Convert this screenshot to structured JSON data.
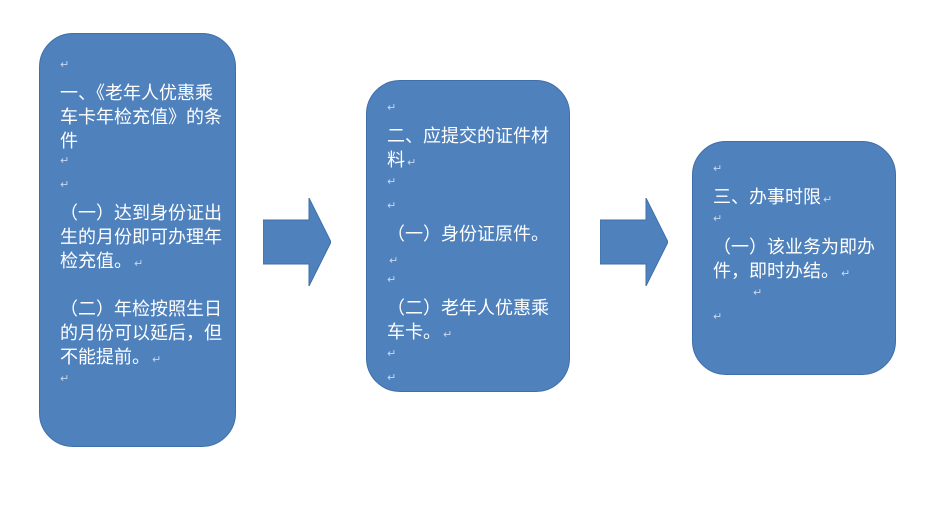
{
  "box1": {
    "heading": "一、《老年人优惠乘车卡年检充值》的条件",
    "item1": "（一）达到身份证出生的月份即可办理年检充值。",
    "item2": "（二）年检按照生日的月份可以延后，但不能提前。"
  },
  "box2": {
    "heading": "二、应提交的证件材料",
    "item1": "（一）身份证原件。",
    "item2": "（二）老年人优惠乘车卡。"
  },
  "box3": {
    "heading": "三、办事时限",
    "item1": "（一）该业务为即办件，即时办结。"
  },
  "colors": {
    "box_fill": "#4f81bd",
    "arrow_fill": "#4f81bd",
    "text": "#ffffff"
  }
}
